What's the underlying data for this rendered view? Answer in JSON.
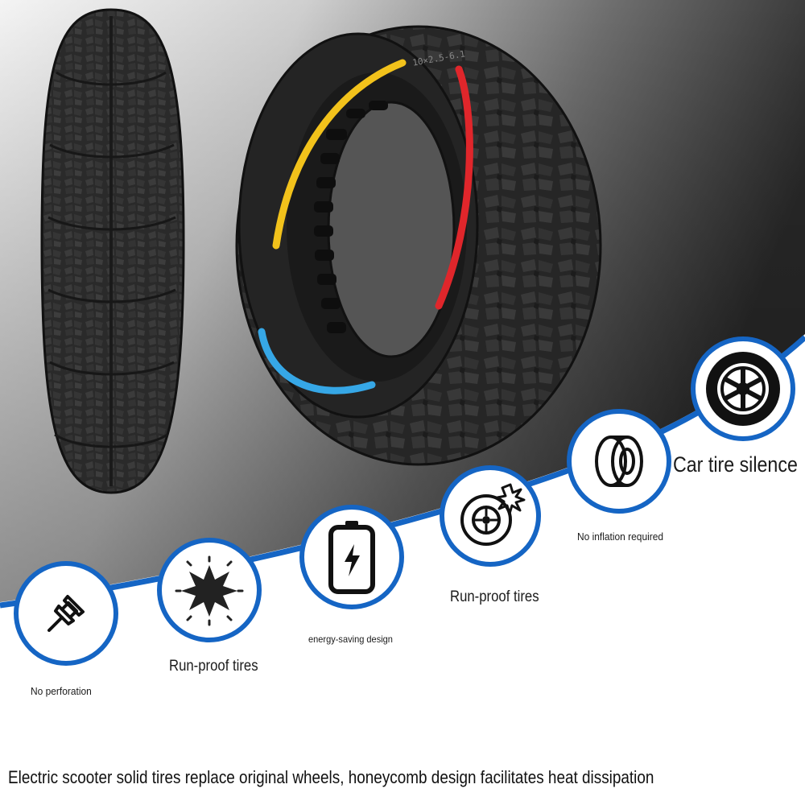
{
  "features": [
    {
      "id": "no-perforation",
      "label": "No perforation",
      "icon": "pushpin-icon"
    },
    {
      "id": "run-proof-1",
      "label": "Run-proof tires",
      "icon": "burst-icon"
    },
    {
      "id": "energy-saving",
      "label": "energy-saving design",
      "icon": "battery-icon"
    },
    {
      "id": "run-proof-2",
      "label": "Run-proof tires",
      "icon": "wheel-spark-icon"
    },
    {
      "id": "no-inflation",
      "label": "No inflation required",
      "icon": "tire-side-icon"
    },
    {
      "id": "silence",
      "label": "Car tire silence",
      "icon": "wheel-icon"
    }
  ],
  "tire_marking": "10×2.5-6.1",
  "caption": "Electric scooter solid tires replace original wheels, honeycomb design facilitates heat dissipation",
  "colors": {
    "accent": "#1565c4",
    "stripe_yellow": "#f2c21b",
    "stripe_red": "#e0262b",
    "stripe_blue": "#36a7e6",
    "tire": "#262626"
  }
}
